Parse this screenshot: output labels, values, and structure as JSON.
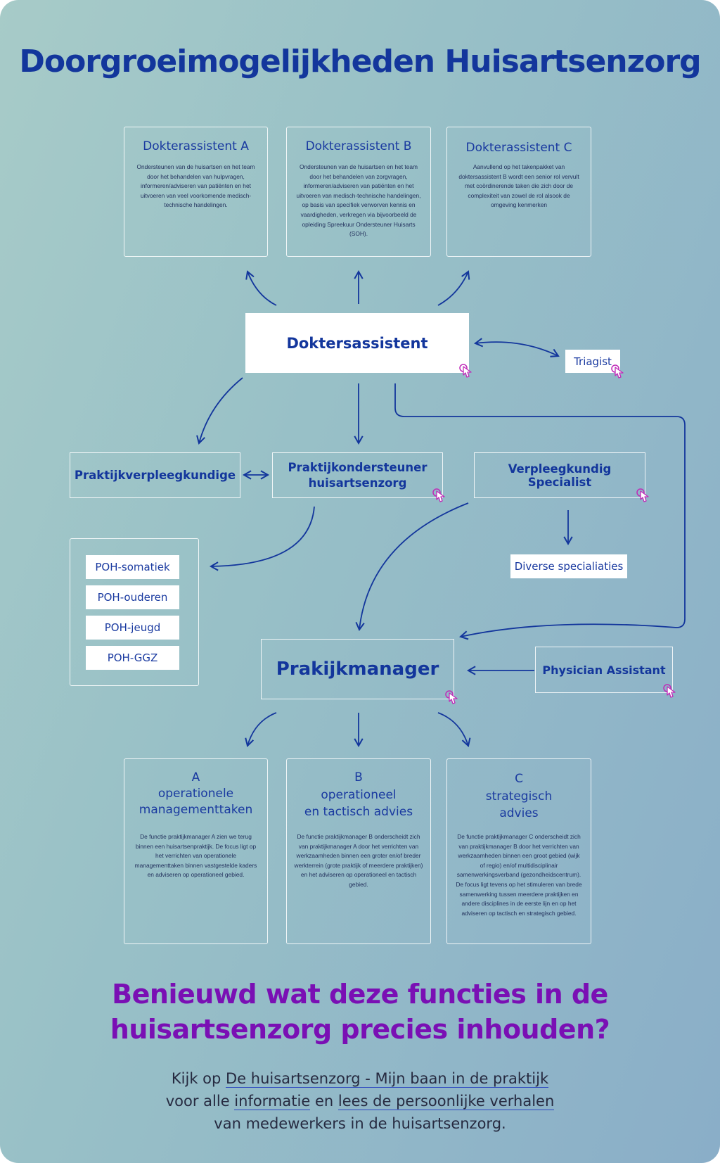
{
  "title": "Doorgroeimogelijkheden Huisartsenzorg",
  "top_roles": [
    {
      "title": "Dokterassistent A",
      "desc": "Ondersteunen van de huisartsen en het team door het behandelen van hulpvragen, informeren/adviseren van patiënten en het uitvoeren van veel voorkomende medisch-technische handelingen."
    },
    {
      "title": "Dokterassistent B",
      "desc": "Ondersteunen van de huisartsen en het team door het behandelen van zorgvragen, informeren/adviseren van patiënten en het uitvoeren van medisch-technische handelingen, op basis van specifiek verworven kennis en vaardigheden, verkregen via bijvoorbeeld de opleiding Spreekuur Ondersteuner Huisarts (SOH)."
    },
    {
      "title": "Dokterassistent C",
      "desc": "Aanvullend op het takenpakket van doktersassistent B wordt een senior rol vervult met coördinerende taken die zich door de complexiteit van zowel de rol alsook de omgeving kenmerken"
    }
  ],
  "nodes": {
    "doktersassistent": "Doktersassistent",
    "triagist": "Triagist",
    "praktijkverpleegkundige": "Praktijkverpleegkundige",
    "poh_line1": "Praktijkondersteuner",
    "poh_line2": "huisartsenzorg",
    "verpleegkundig_specialist": "Verpleegkundig Specialist",
    "diverse_specialiaties": "Diverse specialiaties",
    "prakijkmanager": "Prakijkmanager",
    "physician_assistant": "Physician Assistant"
  },
  "poh_types": [
    "POH-somatiek",
    "POH-ouderen",
    "POH-jeugd",
    "POH-GGZ"
  ],
  "manager_roles": [
    {
      "letter": "A",
      "line1": "operationele",
      "line2": "managementtaken",
      "desc": "De functie praktijkmanager A zien we terug binnen een huisartsenpraktijk. De focus ligt op het verrichten van operationele managementtaken binnen vastgestelde kaders en adviseren op operationeel gebied."
    },
    {
      "letter": "B",
      "line1": "operationeel",
      "line2": "en tactisch advies",
      "desc": "De functie praktijkmanager B onderscheidt zich van praktijkmanager A door het verrichten van werkzaamheden binnen een groter en/of breder werkterrein (grote praktijk of meerdere praktijken) en het adviseren op operationeel en tactisch gebied."
    },
    {
      "letter": "C",
      "line1": "strategisch",
      "line2": "advies",
      "desc": "De functie praktijkmanager C onderscheidt zich van praktijkmanager B door het verrichten van werkzaamheden binnen een groot gebied (wijk of regio) en/of multidisciplinair samenwerkingsverband (gezondheidscentrum). De focus ligt tevens op het stimuleren van brede samenwerking tussen meerdere praktijken en andere disciplines in de eerste lijn en op het adviseren op tactisch en strategisch gebied."
    }
  ],
  "cta": {
    "title_line1": "Benieuwd wat deze functies in de",
    "title_line2": "huisartsenzorg precies inhouden?",
    "text_a": "Kijk op ",
    "link_text": "De huisartsenzorg - Mijn baan in de praktijk",
    "text_b": "voor alle ",
    "link2_text": "informatie",
    "text_c": " en ",
    "link3_text": "lees de persoonlijke verhalen",
    "text_d": "van medewerkers in de huisartsenzorg."
  },
  "colors": {
    "title": "#13369c",
    "accent": "#7a0fb4",
    "line": "#13369c",
    "cursor": "#c02bb8"
  },
  "icons": [
    "click-cursor-icon"
  ]
}
